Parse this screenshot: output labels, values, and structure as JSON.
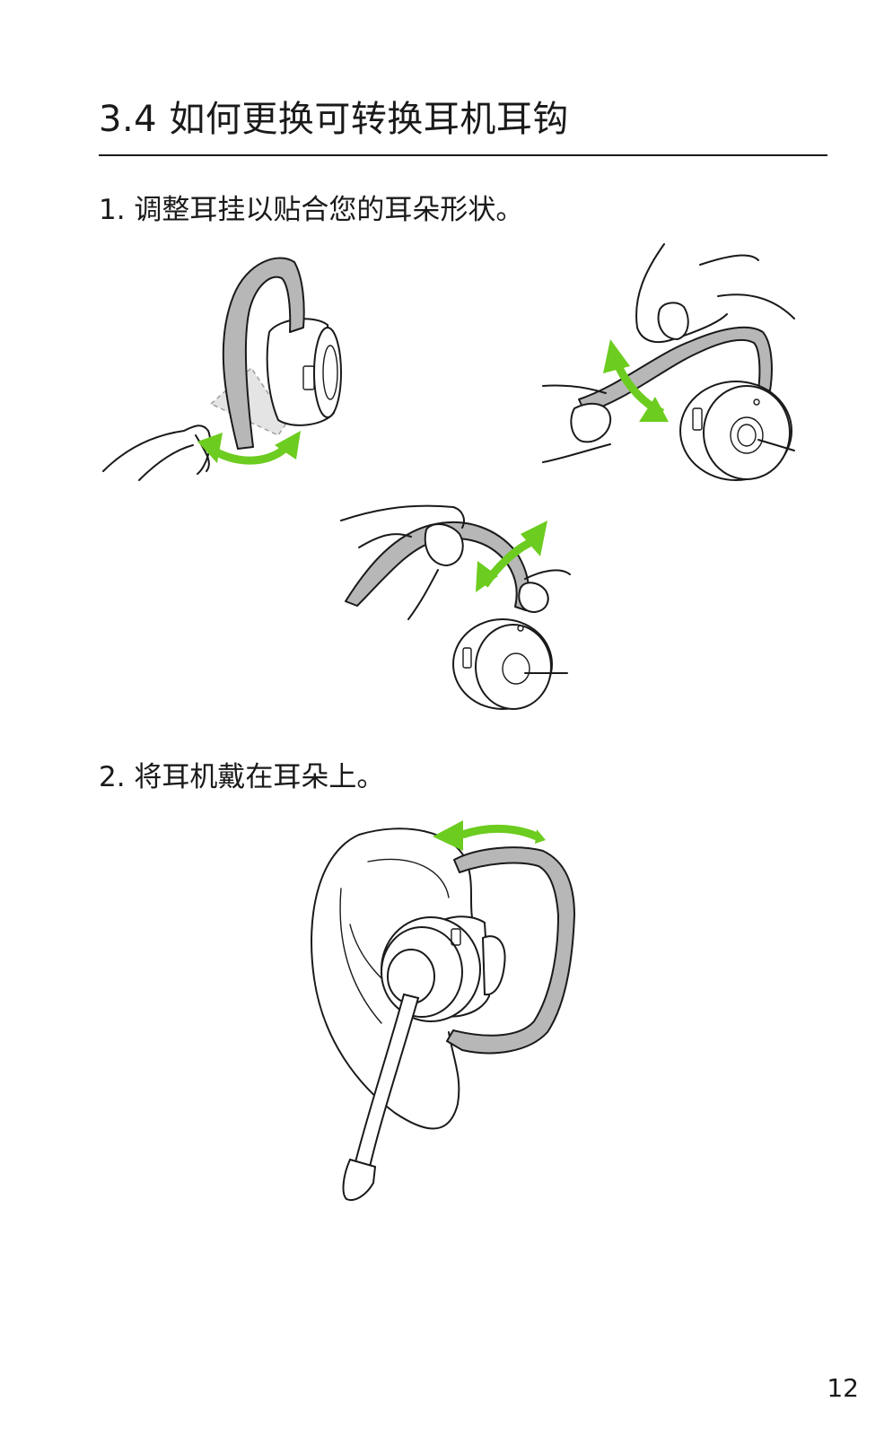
{
  "page": {
    "title": "3.4 如何更换可转换耳机耳钩",
    "steps": [
      {
        "label": "1. 调整耳挂以贴合您的耳朵形状。"
      },
      {
        "label": "2. 将耳机戴在耳朵上。"
      }
    ],
    "page_number": "12"
  },
  "colors": {
    "arrow": "#6ccc1f",
    "hook": "#b7b7b7",
    "text": "#1a1a1a"
  }
}
